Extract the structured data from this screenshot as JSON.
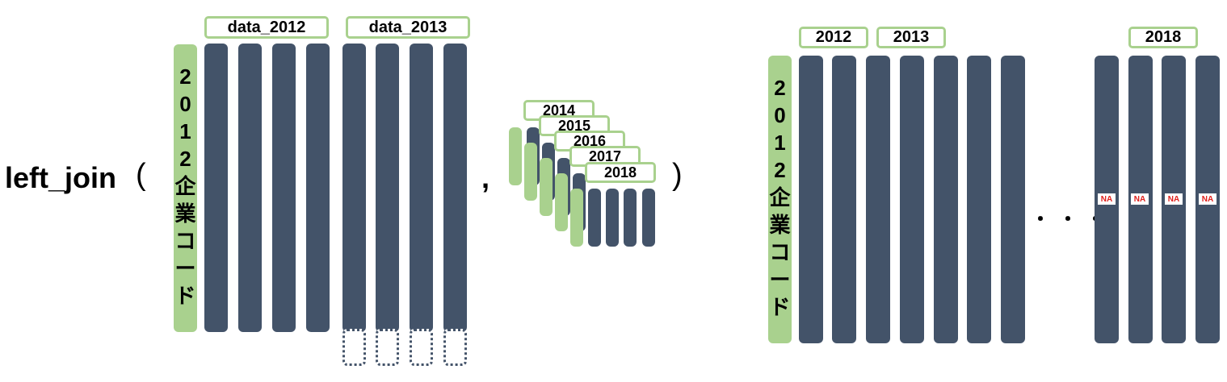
{
  "function_name": "left_join",
  "open_paren": "(",
  "comma": ",",
  "close_paren": ")",
  "ellipsis": "・・・",
  "key_label_chars": [
    "2",
    "0",
    "1",
    "2",
    "企",
    "業",
    "コ",
    "ー",
    "ド"
  ],
  "left_labels": [
    "data_2012",
    "data_2013"
  ],
  "stack_labels": [
    "2014",
    "2015",
    "2016",
    "2017",
    "2018"
  ],
  "result_labels": [
    "2012",
    "2013",
    "2018"
  ],
  "na_label": "NA",
  "colors": {
    "column": "#435369",
    "key": "#a9d18e",
    "na_text": "#e0201c"
  }
}
